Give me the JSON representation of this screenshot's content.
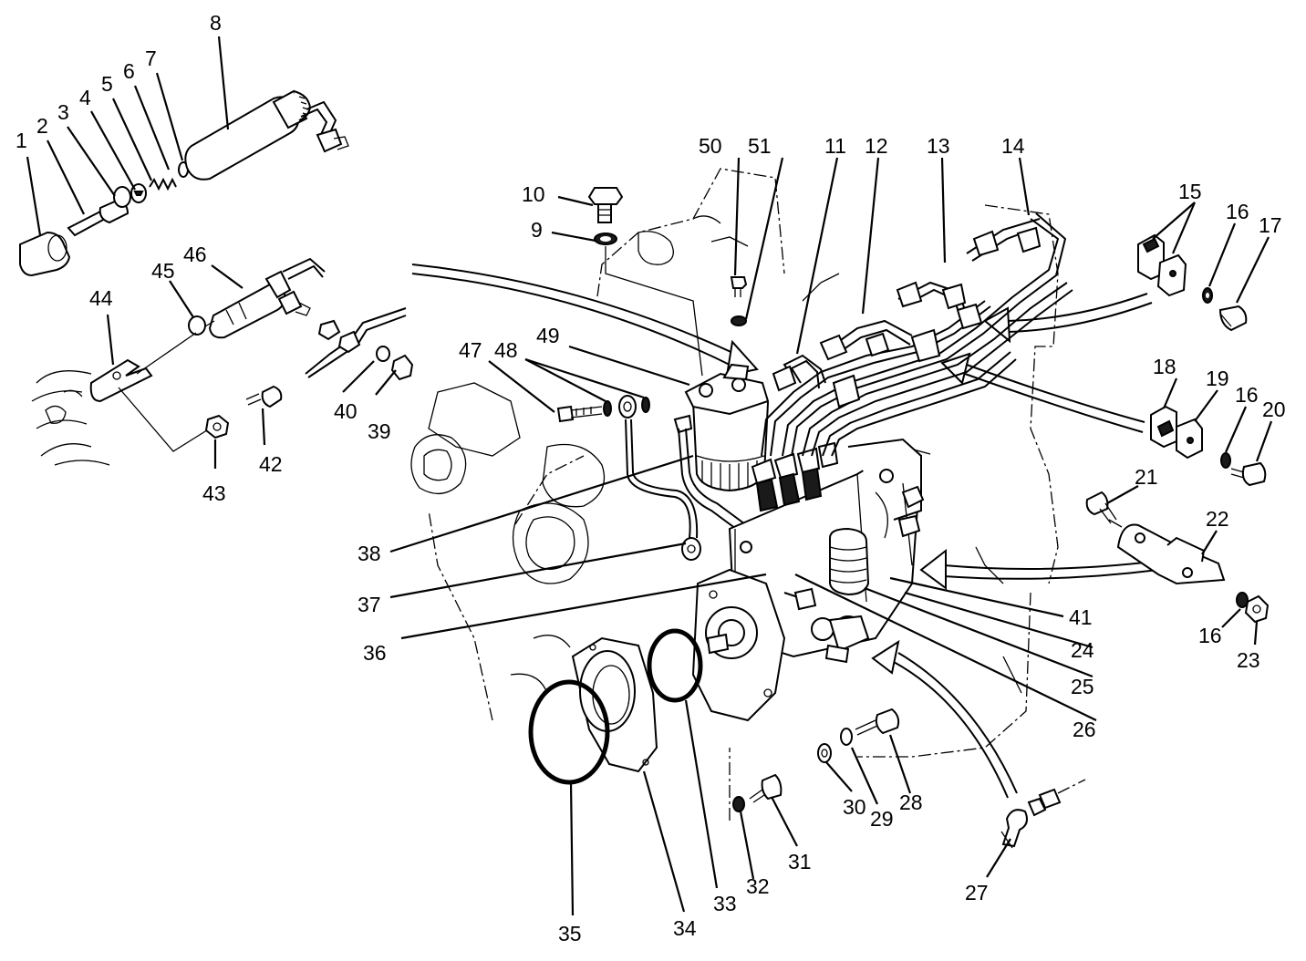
{
  "callouts": [
    {
      "number": "1"
    },
    {
      "number": "2"
    },
    {
      "number": "3"
    },
    {
      "number": "4"
    },
    {
      "number": "5"
    },
    {
      "number": "6"
    },
    {
      "number": "7"
    },
    {
      "number": "8"
    },
    {
      "number": "9"
    },
    {
      "number": "10"
    },
    {
      "number": "11"
    },
    {
      "number": "12"
    },
    {
      "number": "13"
    },
    {
      "number": "14"
    },
    {
      "number": "15"
    },
    {
      "number": "16"
    },
    {
      "number": "17"
    },
    {
      "number": "18"
    },
    {
      "number": "19"
    },
    {
      "number": "16"
    },
    {
      "number": "20"
    },
    {
      "number": "21"
    },
    {
      "number": "22"
    },
    {
      "number": "16"
    },
    {
      "number": "23"
    },
    {
      "number": "24"
    },
    {
      "number": "25"
    },
    {
      "number": "26"
    },
    {
      "number": "27"
    },
    {
      "number": "28"
    },
    {
      "number": "29"
    },
    {
      "number": "30"
    },
    {
      "number": "31"
    },
    {
      "number": "32"
    },
    {
      "number": "33"
    },
    {
      "number": "34"
    },
    {
      "number": "35"
    },
    {
      "number": "36"
    },
    {
      "number": "37"
    },
    {
      "number": "38"
    },
    {
      "number": "39"
    },
    {
      "number": "40"
    },
    {
      "number": "41"
    },
    {
      "number": "42"
    },
    {
      "number": "43"
    },
    {
      "number": "44"
    },
    {
      "number": "45"
    },
    {
      "number": "46"
    },
    {
      "number": "47"
    },
    {
      "number": "48"
    },
    {
      "number": "49"
    },
    {
      "number": "50"
    },
    {
      "number": "51"
    }
  ]
}
